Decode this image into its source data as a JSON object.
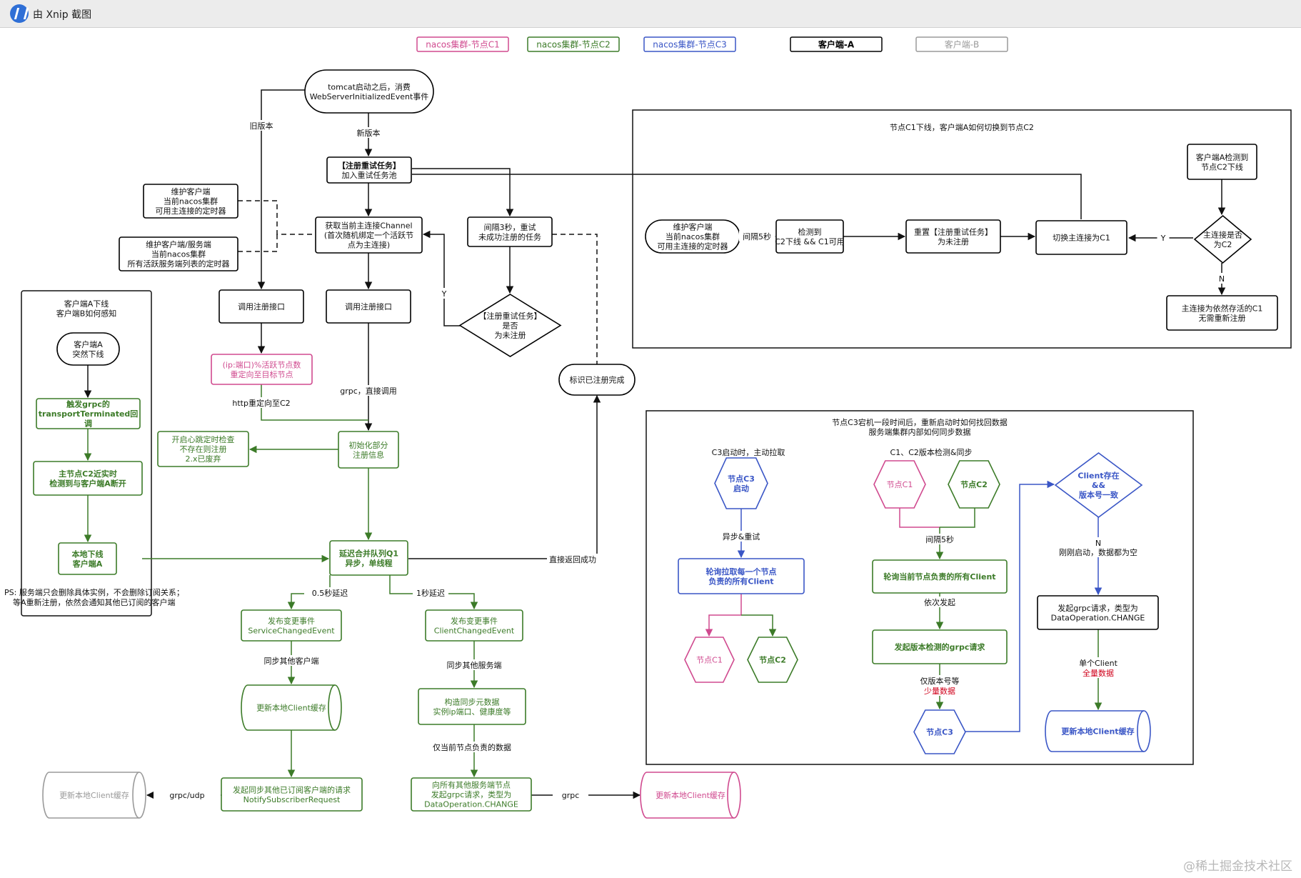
{
  "app": {
    "title": "由 Xnip 截图"
  },
  "watermark": "@稀土掘金技术社区",
  "colors": {
    "c1": "#d04a8f",
    "c2": "#3c7b28",
    "c3": "#3a56c6",
    "clientA": "#000000",
    "clientB": "#9a9a9a",
    "red": "#d0021b"
  },
  "legend": [
    {
      "label": "nacos集群-节点C1",
      "role": "c1"
    },
    {
      "label": "nacos集群-节点C2",
      "role": "c2"
    },
    {
      "label": "nacos集群-节点C3",
      "role": "c3"
    },
    {
      "label": "客户端-A",
      "role": "clientA"
    },
    {
      "label": "客户端-B",
      "role": "clientB"
    }
  ],
  "nodes": [
    {
      "id": "start",
      "lines": [
        "tomcat启动之后，消费",
        "WebServerInitializedEvent事件"
      ],
      "role": "clientA"
    },
    {
      "id": "register-retry",
      "lines": [
        "【注册重试任务】",
        "加入重试任务池"
      ],
      "role": "clientA",
      "boldFirst": true
    },
    {
      "id": "keep-alive-timer",
      "lines": [
        "维护客户端",
        "当前nacos集群",
        "可用主连接的定时器"
      ],
      "role": "clientA"
    },
    {
      "id": "server-list-timer",
      "lines": [
        "维护客户端/服务端",
        "当前nacos集群",
        "所有活跃服务端列表的定时器"
      ],
      "role": "clientA"
    },
    {
      "id": "get-channel",
      "lines": [
        "获取当前主连接Channel",
        "(首次随机绑定一个活跃节",
        "点为主连接)"
      ],
      "role": "clientA"
    },
    {
      "id": "retry-3s",
      "lines": [
        "间隔3秒，重试",
        "未成功注册的任务"
      ],
      "role": "clientA"
    },
    {
      "id": "call-register-old",
      "lines": [
        "调用注册接口"
      ],
      "role": "clientA"
    },
    {
      "id": "call-register-new",
      "lines": [
        "调用注册接口"
      ],
      "role": "clientA"
    },
    {
      "id": "is-unregistered",
      "lines": [
        "【注册重试任务】",
        "是否",
        "为未注册"
      ],
      "role": "clientA"
    },
    {
      "id": "mark-registered",
      "lines": [
        "标识已注册完成"
      ],
      "role": "clientA"
    },
    {
      "id": "ip-mod",
      "lines": [
        "(ip:端口)%活跃节点数",
        "重定向至目标节点"
      ],
      "role": "c1"
    },
    {
      "id": "heartbeat",
      "lines": [
        "开启心跳定时检查",
        "不存在则注册",
        "2.x已废弃"
      ],
      "role": "c2"
    },
    {
      "id": "init-register",
      "lines": [
        "初始化部分",
        "注册信息"
      ],
      "role": "c2"
    },
    {
      "id": "delay-queue",
      "lines": [
        "延迟合并队列Q1",
        "异步，单线程"
      ],
      "role": "c2"
    },
    {
      "id": "service-changed",
      "lines": [
        "发布变更事件",
        "ServiceChangedEvent"
      ],
      "role": "c2"
    },
    {
      "id": "client-changed",
      "lines": [
        "发布变更事件",
        "ClientChangedEvent"
      ],
      "role": "c2"
    },
    {
      "id": "update-cache-c2",
      "lines": [
        "更新本地Client缓存"
      ],
      "role": "c2"
    },
    {
      "id": "build-sync",
      "lines": [
        "构造同步元数据",
        "实例ip端口、健康度等"
      ],
      "role": "c2"
    },
    {
      "id": "notify-subscriber",
      "lines": [
        "发起同步其他已订阅客户端的请求",
        "NotifySubscriberRequest"
      ],
      "role": "c2"
    },
    {
      "id": "sync-to-others",
      "lines": [
        "向所有其他服务端节点",
        "发起grpc请求，类型为",
        "DataOperation.CHANGE"
      ],
      "role": "c2"
    },
    {
      "id": "update-cache-b",
      "lines": [
        "更新本地Client缓存"
      ],
      "role": "clientB"
    },
    {
      "id": "update-cache-c1",
      "lines": [
        "更新本地Client缓存"
      ],
      "role": "c1"
    },
    {
      "id": "a-offline-title",
      "lines": [
        "客户端A下线",
        "客户端B如何感知"
      ],
      "role": "clientA"
    },
    {
      "id": "a-crash",
      "lines": [
        "客户端A",
        "突然下线"
      ],
      "role": "clientA"
    },
    {
      "id": "transport-terminated",
      "lines": [
        "触发grpc的",
        "transportTerminated回",
        "调"
      ],
      "role": "c2"
    },
    {
      "id": "c2-detect",
      "lines": [
        "主节点C2近实时",
        "检测到与客户端A断开"
      ],
      "role": "c2"
    },
    {
      "id": "offline-a",
      "lines": [
        "本地下线",
        "客户端A"
      ],
      "role": "c2"
    },
    {
      "id": "switch-title",
      "lines": [
        "节点C1下线，客户端A如何切换到节点C2"
      ],
      "role": "clientA"
    },
    {
      "id": "sw-timer",
      "lines": [
        "维护客户端",
        "当前nacos集群",
        "可用主连接的定时器"
      ],
      "role": "clientA"
    },
    {
      "id": "sw-detect",
      "lines": [
        "检测到",
        "C2下线 && C1可用"
      ],
      "role": "clientA"
    },
    {
      "id": "sw-reset",
      "lines": [
        "重置【注册重试任务】",
        "为未注册"
      ],
      "role": "clientA"
    },
    {
      "id": "sw-switch",
      "lines": [
        "切换主连接为C1"
      ],
      "role": "clientA"
    },
    {
      "id": "sw-detect-c2",
      "lines": [
        "客户端A检测到",
        "节点C2下线"
      ],
      "role": "clientA"
    },
    {
      "id": "sw-decision",
      "lines": [
        "主连接是否",
        "为C2"
      ],
      "role": "clientA"
    },
    {
      "id": "sw-keep",
      "lines": [
        "主连接为依然存活的C1",
        "无需重新注册"
      ],
      "role": "clientA"
    },
    {
      "id": "c3-title",
      "lines": [
        "节点C3宕机一段时间后，重新启动时如何找回数据",
        "服务端集群内部如何同步数据"
      ],
      "role": "clientA"
    },
    {
      "id": "c3-pull-caption",
      "lines": [
        "C3启动时，主动拉取"
      ],
      "role": "clientA"
    },
    {
      "id": "c3-start",
      "lines": [
        "节点C3",
        "启动"
      ],
      "role": "c3"
    },
    {
      "id": "c3-poll",
      "lines": [
        "轮询拉取每一个节点",
        "负责的所有Client"
      ],
      "role": "c3"
    },
    {
      "id": "c3-pull-c1",
      "lines": [
        "节点C1"
      ],
      "role": "c1"
    },
    {
      "id": "c3-pull-c2",
      "lines": [
        "节点C2"
      ],
      "role": "c2"
    },
    {
      "id": "ver-caption",
      "lines": [
        "C1、C2版本检测&同步"
      ],
      "role": "clientA"
    },
    {
      "id": "ver-c1",
      "lines": [
        "节点C1"
      ],
      "role": "c1"
    },
    {
      "id": "ver-c2",
      "lines": [
        "节点C2"
      ],
      "role": "c2"
    },
    {
      "id": "ver-poll",
      "lines": [
        "轮询当前节点负责的所有Client"
      ],
      "role": "c2"
    },
    {
      "id": "ver-grpc",
      "lines": [
        "发起版本检测的grpc请求"
      ],
      "role": "c2"
    },
    {
      "id": "ver-c3",
      "lines": [
        "节点C3"
      ],
      "role": "c3"
    },
    {
      "id": "ver-decision",
      "lines": [
        "Client存在",
        "&&",
        "版本号一致"
      ],
      "role": "c3"
    },
    {
      "id": "ver-change",
      "lines": [
        "发起grpc请求，类型为",
        "DataOperation.CHANGE"
      ],
      "role": "clientA"
    },
    {
      "id": "ver-update-cache",
      "lines": [
        "更新本地Client缓存"
      ],
      "role": "c3"
    }
  ],
  "edgeLabels": [
    {
      "id": "old-version",
      "text": "旧版本"
    },
    {
      "id": "new-version",
      "text": "新版本"
    },
    {
      "id": "y-retry",
      "text": "Y"
    },
    {
      "id": "http-redirect",
      "text": "http重定向至C2"
    },
    {
      "id": "grpc-direct",
      "text": "grpc，直接调用"
    },
    {
      "id": "return-success",
      "text": "直接返回成功"
    },
    {
      "id": "delay-05",
      "text": "0.5秒延迟"
    },
    {
      "id": "delay-1",
      "text": "1秒延迟"
    },
    {
      "id": "sync-clients",
      "text": "同步其他客户端"
    },
    {
      "id": "sync-servers",
      "text": "同步其他服务端"
    },
    {
      "id": "only-local",
      "text": "仅当前节点负责的数据"
    },
    {
      "id": "grpc-udp",
      "text": "grpc/udp"
    },
    {
      "id": "grpc",
      "text": "grpc"
    },
    {
      "id": "interval-5s",
      "text": "间隔5秒"
    },
    {
      "id": "sw-y",
      "text": "Y"
    },
    {
      "id": "sw-n",
      "text": "N"
    },
    {
      "id": "async-retry",
      "text": "异步&重试"
    },
    {
      "id": "interval-5s-b",
      "text": "间隔5秒"
    },
    {
      "id": "in-turn",
      "text": "依次发起"
    },
    {
      "id": "only-version",
      "text": "仅版本号等"
    },
    {
      "id": "small-data",
      "text": "少量数据"
    },
    {
      "id": "ver-n",
      "text": "N"
    },
    {
      "id": "just-started",
      "text": "刚刚启动，数据都为空"
    },
    {
      "id": "single-client",
      "text": "单个Client"
    },
    {
      "id": "full-data",
      "text": "全量数据"
    }
  ],
  "ps": [
    "PS: 服务端只会删除具体实例，不会删除订阅关系；",
    "等A重新注册，依然会通知其他已订阅的客户端"
  ]
}
